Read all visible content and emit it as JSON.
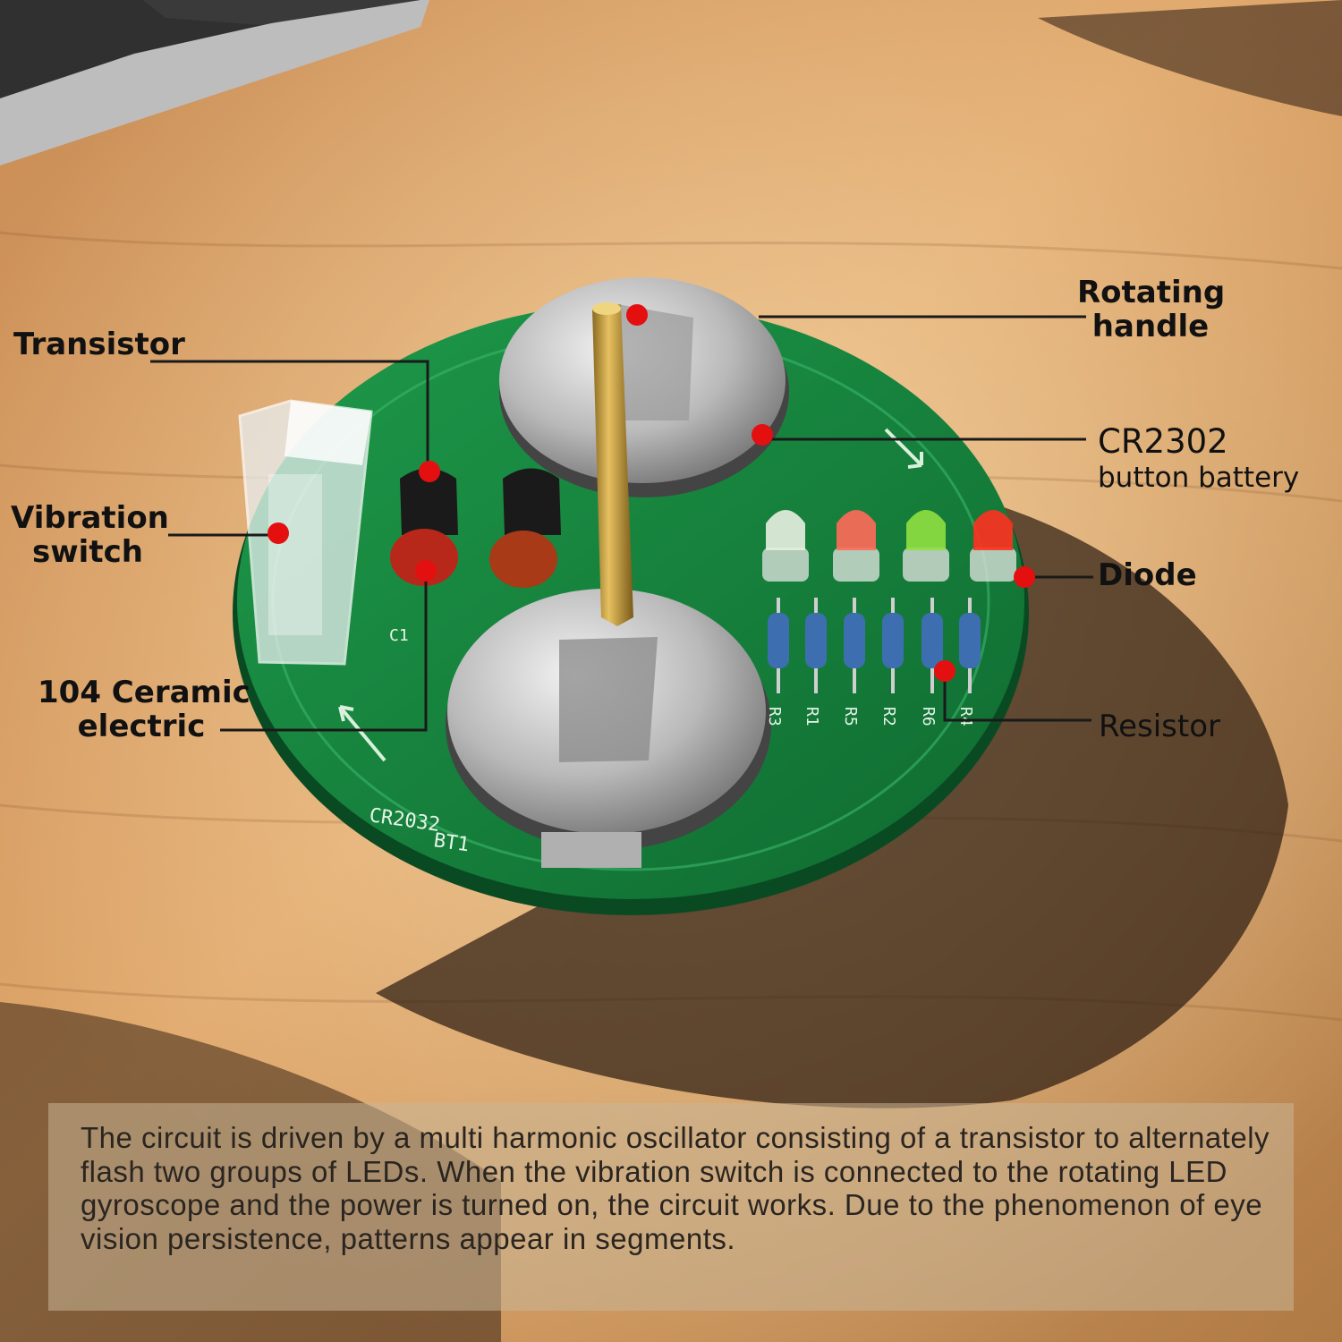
{
  "labels": {
    "transistor": "Transistor",
    "vibration_switch": [
      "Vibration",
      "switch"
    ],
    "ceramic": [
      "104 Ceramic",
      "electric"
    ],
    "rotating_handle": [
      "Rotating",
      "handle"
    ],
    "battery_model": "CR2302",
    "battery_type": "button battery",
    "diode": "Diode",
    "resistor": "Resistor"
  },
  "silkscreen": {
    "cr2032": "CR2032",
    "bt1": "BT1",
    "c1": "C1",
    "resistors": [
      "R3",
      "R1",
      "R5",
      "R2",
      "R6",
      "R4"
    ]
  },
  "led_colors": [
    "#e8f0e0",
    "#ff6a5a",
    "#8fe040",
    "#ff3020"
  ],
  "marker_color": "#e41010",
  "description": "The circuit is driven by a multi harmonic oscillator consisting of a transistor to alternately flash two groups of LEDs. When the vibration switch is connected to the rotating LED gyroscope and the power is turned on, the circuit works. Due to the phenomenon of eye vision persistence, patterns appear in segments."
}
